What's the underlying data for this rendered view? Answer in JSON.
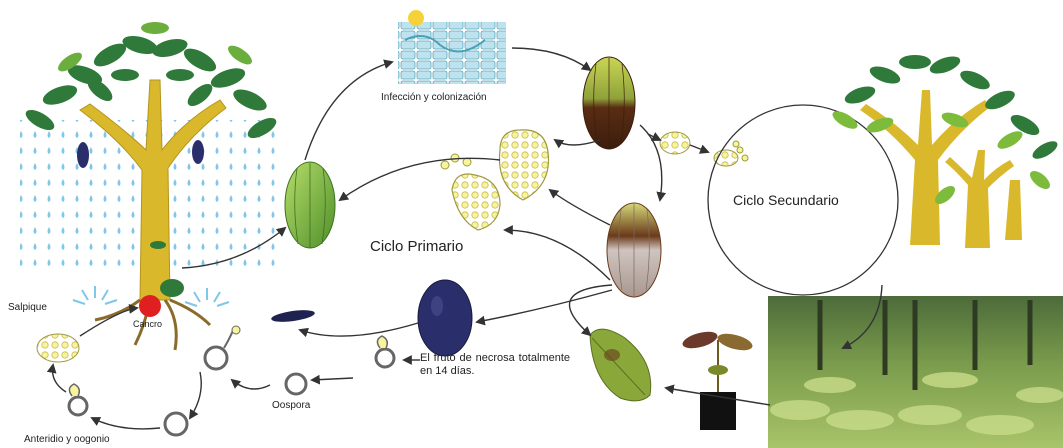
{
  "labels": {
    "infection": "Infección y colonización",
    "primary_cycle": "Ciclo Primario",
    "secondary_cycle": "Ciclo Secundario",
    "splash": "Salpique",
    "canker": "Cancro",
    "antheridium": "Anteridio y oogonio",
    "oospore": "Oospora",
    "necrosis_note": "El fruto de necrosa totalmente en 14 días."
  },
  "icons": {
    "tree_left": "cacao-tree-rain",
    "tree_right": "cacao-trees-group",
    "nursery": "cacao-nursery-photo",
    "seedling": "potted-seedling",
    "leaf": "infected-leaf"
  },
  "colors": {
    "trunk": "#d9b82c",
    "foliage": "#2f7a3a",
    "rain": "#7fc6e8",
    "pod_green": "#8cc63f",
    "pod_dark": "#2a2f6b",
    "spore": "#f3f29a",
    "arrow": "#333333"
  }
}
